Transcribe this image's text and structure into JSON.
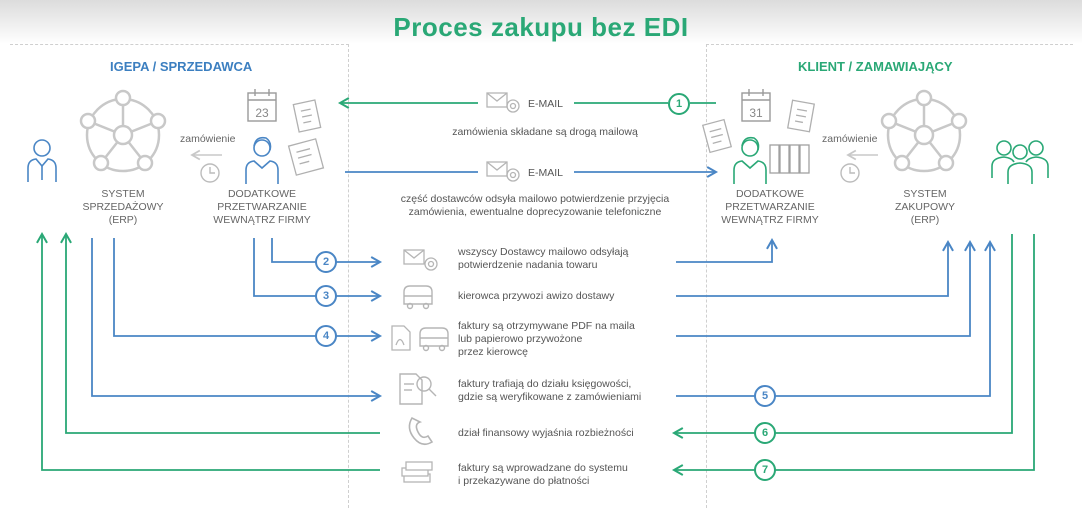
{
  "title": "Proces zakupu bez EDI",
  "left_header": "IGEPA / SPRZEDAWCA",
  "right_header": "KLIENT / ZAMAWIAJĄCY",
  "left_erp": [
    "SYSTEM",
    "SPRZEDAŻOWY",
    "(ERP)"
  ],
  "left_extra": [
    "DODATKOWE",
    "PRZETWARZANIE",
    "WEWNĄTRZ FIRMY"
  ],
  "right_extra": [
    "DODATKOWE",
    "PRZETWARZANIE",
    "WEWNĄTRZ FIRMY"
  ],
  "right_erp": [
    "SYSTEM",
    "ZAKUPOWY",
    "(ERP)"
  ],
  "zamowienie": "zamówienie",
  "email": "E-MAIL",
  "calendar_left": "23",
  "calendar_right": "31",
  "note1": "zamówienia składane są drogą mailową",
  "note2": [
    "część dostawców odsyła mailowo potwierdzenie przyjęcia",
    "zamówienia, ewentualne doprecyzowanie telefoniczne"
  ],
  "steps": [
    {
      "num": "1",
      "text": []
    },
    {
      "num": "2",
      "text": [
        "wszyscy Dostawcy mailowo odsyłają",
        "potwierdzenie nadania towaru"
      ]
    },
    {
      "num": "3",
      "text": [
        "kierowca przywozi awizo dostawy"
      ]
    },
    {
      "num": "4",
      "text": [
        "faktury są otrzymywane PDF na maila",
        "lub papierowo przywożone",
        "przez kierowcę"
      ]
    },
    {
      "num": "5",
      "text": [
        "faktury trafiają do działu księgowości,",
        "gdzie są weryfikowane z zamówieniami"
      ]
    },
    {
      "num": "6",
      "text": [
        "dział finansowy wyjaśnia rozbieżności"
      ]
    },
    {
      "num": "7",
      "text": [
        "faktury są wprowadzane do systemu",
        "i przekazywane do płatności"
      ]
    }
  ],
  "colors": {
    "blue": "#4a86c5",
    "green": "#2aa876",
    "gray": "#c8c8c8"
  }
}
